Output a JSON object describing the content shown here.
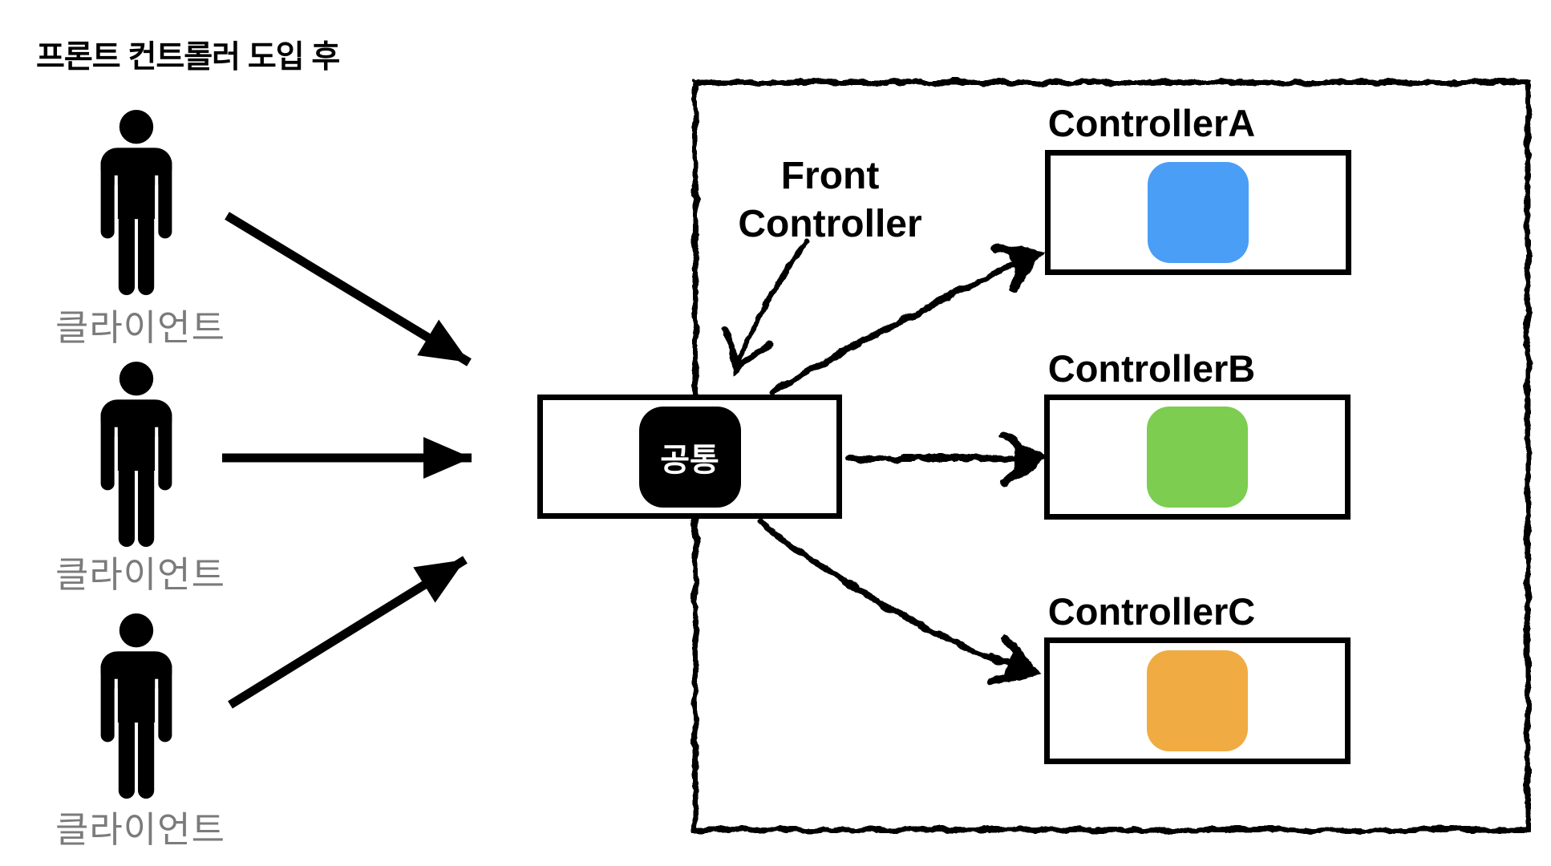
{
  "title": "프론트 컨트롤러 도입 후",
  "clients": {
    "items": [
      {
        "label": "클라이언트"
      },
      {
        "label": "클라이언트"
      },
      {
        "label": "클라이언트"
      }
    ]
  },
  "front_controller": {
    "title_line1": "Front",
    "title_line2": "Controller",
    "badge_label": "공통",
    "badge_bg": "#000000",
    "badge_text_color": "#ffffff"
  },
  "controllers": [
    {
      "name": "ControllerA",
      "square_color": "#4A9EF5"
    },
    {
      "name": "ControllerB",
      "square_color": "#7CCD50"
    },
    {
      "name": "ControllerC",
      "square_color": "#F0AB43"
    }
  ],
  "colors": {
    "arrow_black": "#000000",
    "label_gray": "#7b7b7b",
    "box_border": "#000000"
  }
}
